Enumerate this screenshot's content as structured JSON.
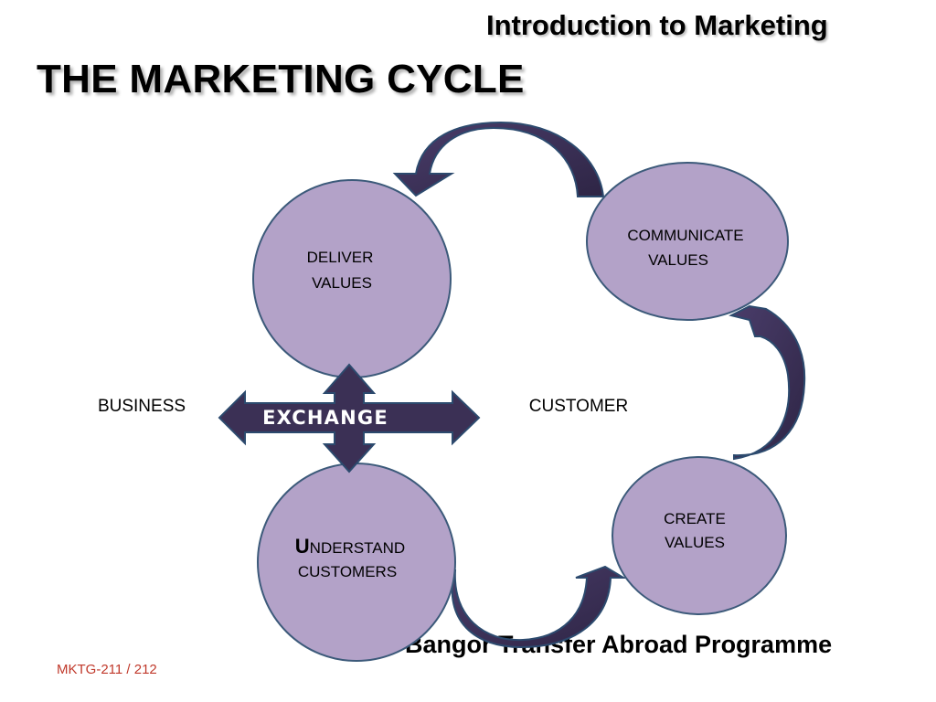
{
  "header": {
    "course_title": "Introduction to Marketing",
    "slide_title": "THE MARKETING CYCLE"
  },
  "diagram": {
    "nodes": {
      "deliver": {
        "line1": "DELIVER",
        "line2": "VALUES"
      },
      "communicate": {
        "line1": "COMMUNICATE",
        "line2": "VALUES"
      },
      "create": {
        "line1": "CREATE",
        "line2": "VALUES"
      },
      "understand": {
        "line1_initial": "U",
        "line1_rest": "NDERSTAND",
        "line2": "CUSTOMERS"
      }
    },
    "labels": {
      "business": "BUSINESS",
      "customer": "CUSTOMER",
      "exchange": "EXCHANGE"
    }
  },
  "footer": {
    "program": "Bangor Transfer Abroad Programme",
    "course_code": "MKTG-211 / 212"
  },
  "colors": {
    "node_fill": "#b3a2c8",
    "node_stroke": "#3c5a7a",
    "arrow_fill": "#3b3055",
    "arrow_stroke": "#2c4a6e",
    "footer_text": "#c0392b"
  }
}
